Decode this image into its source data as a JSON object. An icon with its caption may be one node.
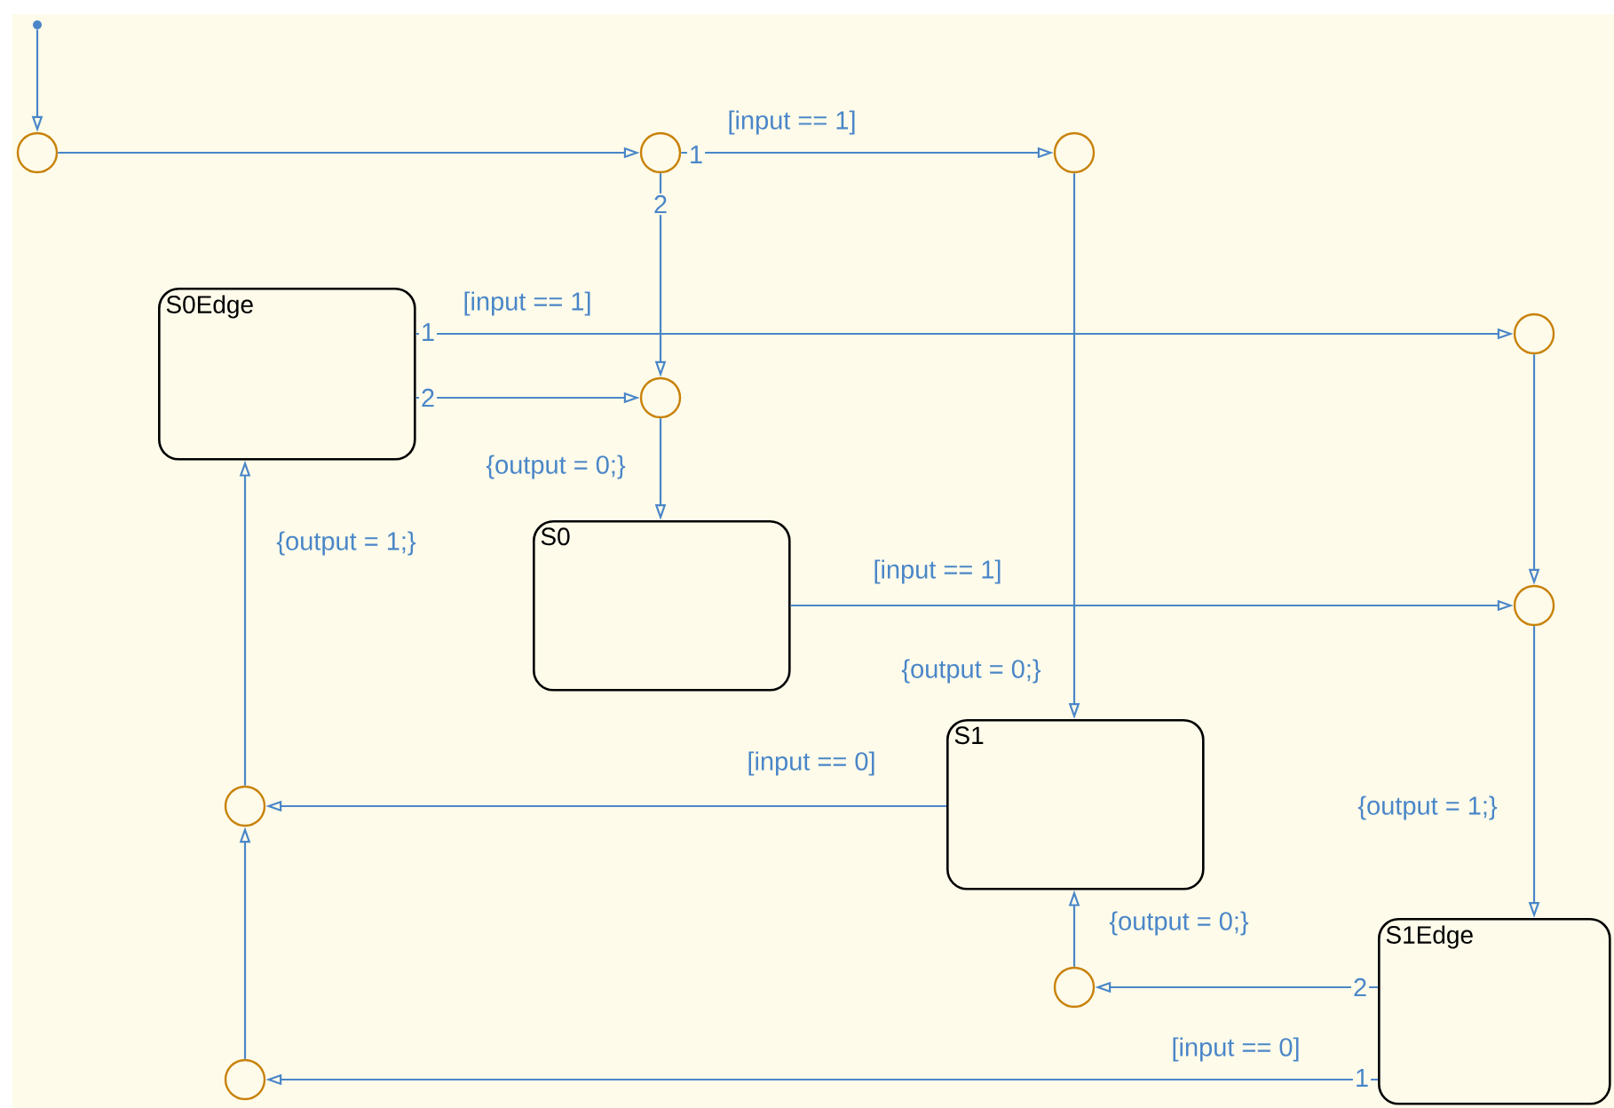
{
  "diagram": {
    "nodes": [
      {
        "text": [],
        "shape": "dot"
      },
      {
        "text": [],
        "shape": "circle"
      },
      {
        "text": [],
        "shape": "circle"
      },
      {
        "text": [],
        "shape": "circle"
      },
      {
        "text": [
          "S0Edge"
        ]
      },
      {
        "text": [],
        "shape": "circle"
      },
      {
        "text": [],
        "shape": "circle"
      },
      {
        "text": [
          "S0"
        ]
      },
      {
        "text": [],
        "shape": "circle"
      },
      {
        "text": [
          "S1"
        ]
      },
      {
        "text": [],
        "shape": "circle"
      },
      {
        "text": [
          "S1Edge"
        ]
      },
      {
        "text": [],
        "shape": "circle"
      },
      {
        "text": [],
        "shape": "circle"
      }
    ],
    "edges": [
      {
        "from": 0,
        "to": 1,
        "arrow": "to"
      },
      {
        "from": 1,
        "to": 2,
        "arrow": "to"
      },
      {
        "from": 2,
        "to": 3,
        "arrow": "to",
        "label": "[input == 1]"
      },
      {
        "from": 2,
        "to": 6,
        "arrow": "to"
      },
      {
        "from": 3,
        "to": 9,
        "arrow": "to",
        "label": "{output = 0;}"
      },
      {
        "from": 4,
        "to": 5,
        "arrow": "to",
        "label": "[input == 1]"
      },
      {
        "from": 4,
        "to": 6,
        "arrow": "to"
      },
      {
        "from": 6,
        "to": 7,
        "arrow": "to",
        "label": "{output = 0;}"
      },
      {
        "from": 5,
        "to": 8,
        "arrow": "to"
      },
      {
        "from": 7,
        "to": 8,
        "arrow": "to",
        "label": "[input == 1]"
      },
      {
        "from": 8,
        "to": 11,
        "arrow": "to",
        "label": "{output = 1;}"
      },
      {
        "from": 9,
        "to": 10,
        "arrow": "to",
        "label": "[input == 0]"
      },
      {
        "from": 10,
        "to": 4,
        "arrow": "to",
        "label": "{output = 1;}"
      },
      {
        "from": 13,
        "to": 10,
        "arrow": "to"
      },
      {
        "from": 11,
        "to": 12,
        "arrow": "to"
      },
      {
        "from": 12,
        "to": 9,
        "arrow": "to",
        "label": "{output = 0;}"
      },
      {
        "from": 11,
        "to": 13,
        "arrow": "to",
        "label": "[input == 0]"
      }
    ],
    "labels": [
      "1",
      "2",
      "1",
      "2",
      "2",
      "1"
    ]
  }
}
